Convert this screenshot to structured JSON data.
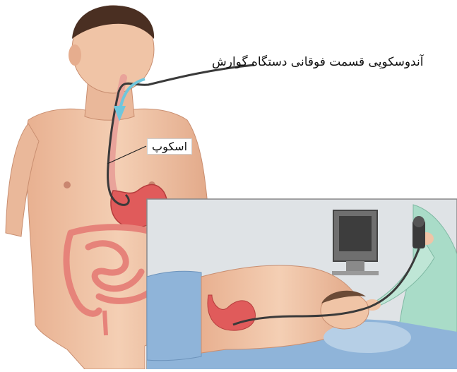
{
  "labels": {
    "title": "آندوسکوپی قسمت فوقانی دستگاه گوارش",
    "scope": "اسکوپ"
  },
  "colors": {
    "skin": "#f0c4a6",
    "skin_shadow": "#d99f80",
    "hair": "#4a2f22",
    "stomach": "#e05b5b",
    "intestine": "#e6837a",
    "scope_tube": "#3a3a3a",
    "arrow": "#6fc6dc",
    "room_bg": "#dfe3e6",
    "blanket": "#8fb4d9",
    "gown": "#a9dcc8",
    "monitor": "#6f6f6f"
  },
  "icons": [
    "patient-figure",
    "endoscope-tube",
    "flow-arrow",
    "monitor",
    "examination-bed"
  ]
}
